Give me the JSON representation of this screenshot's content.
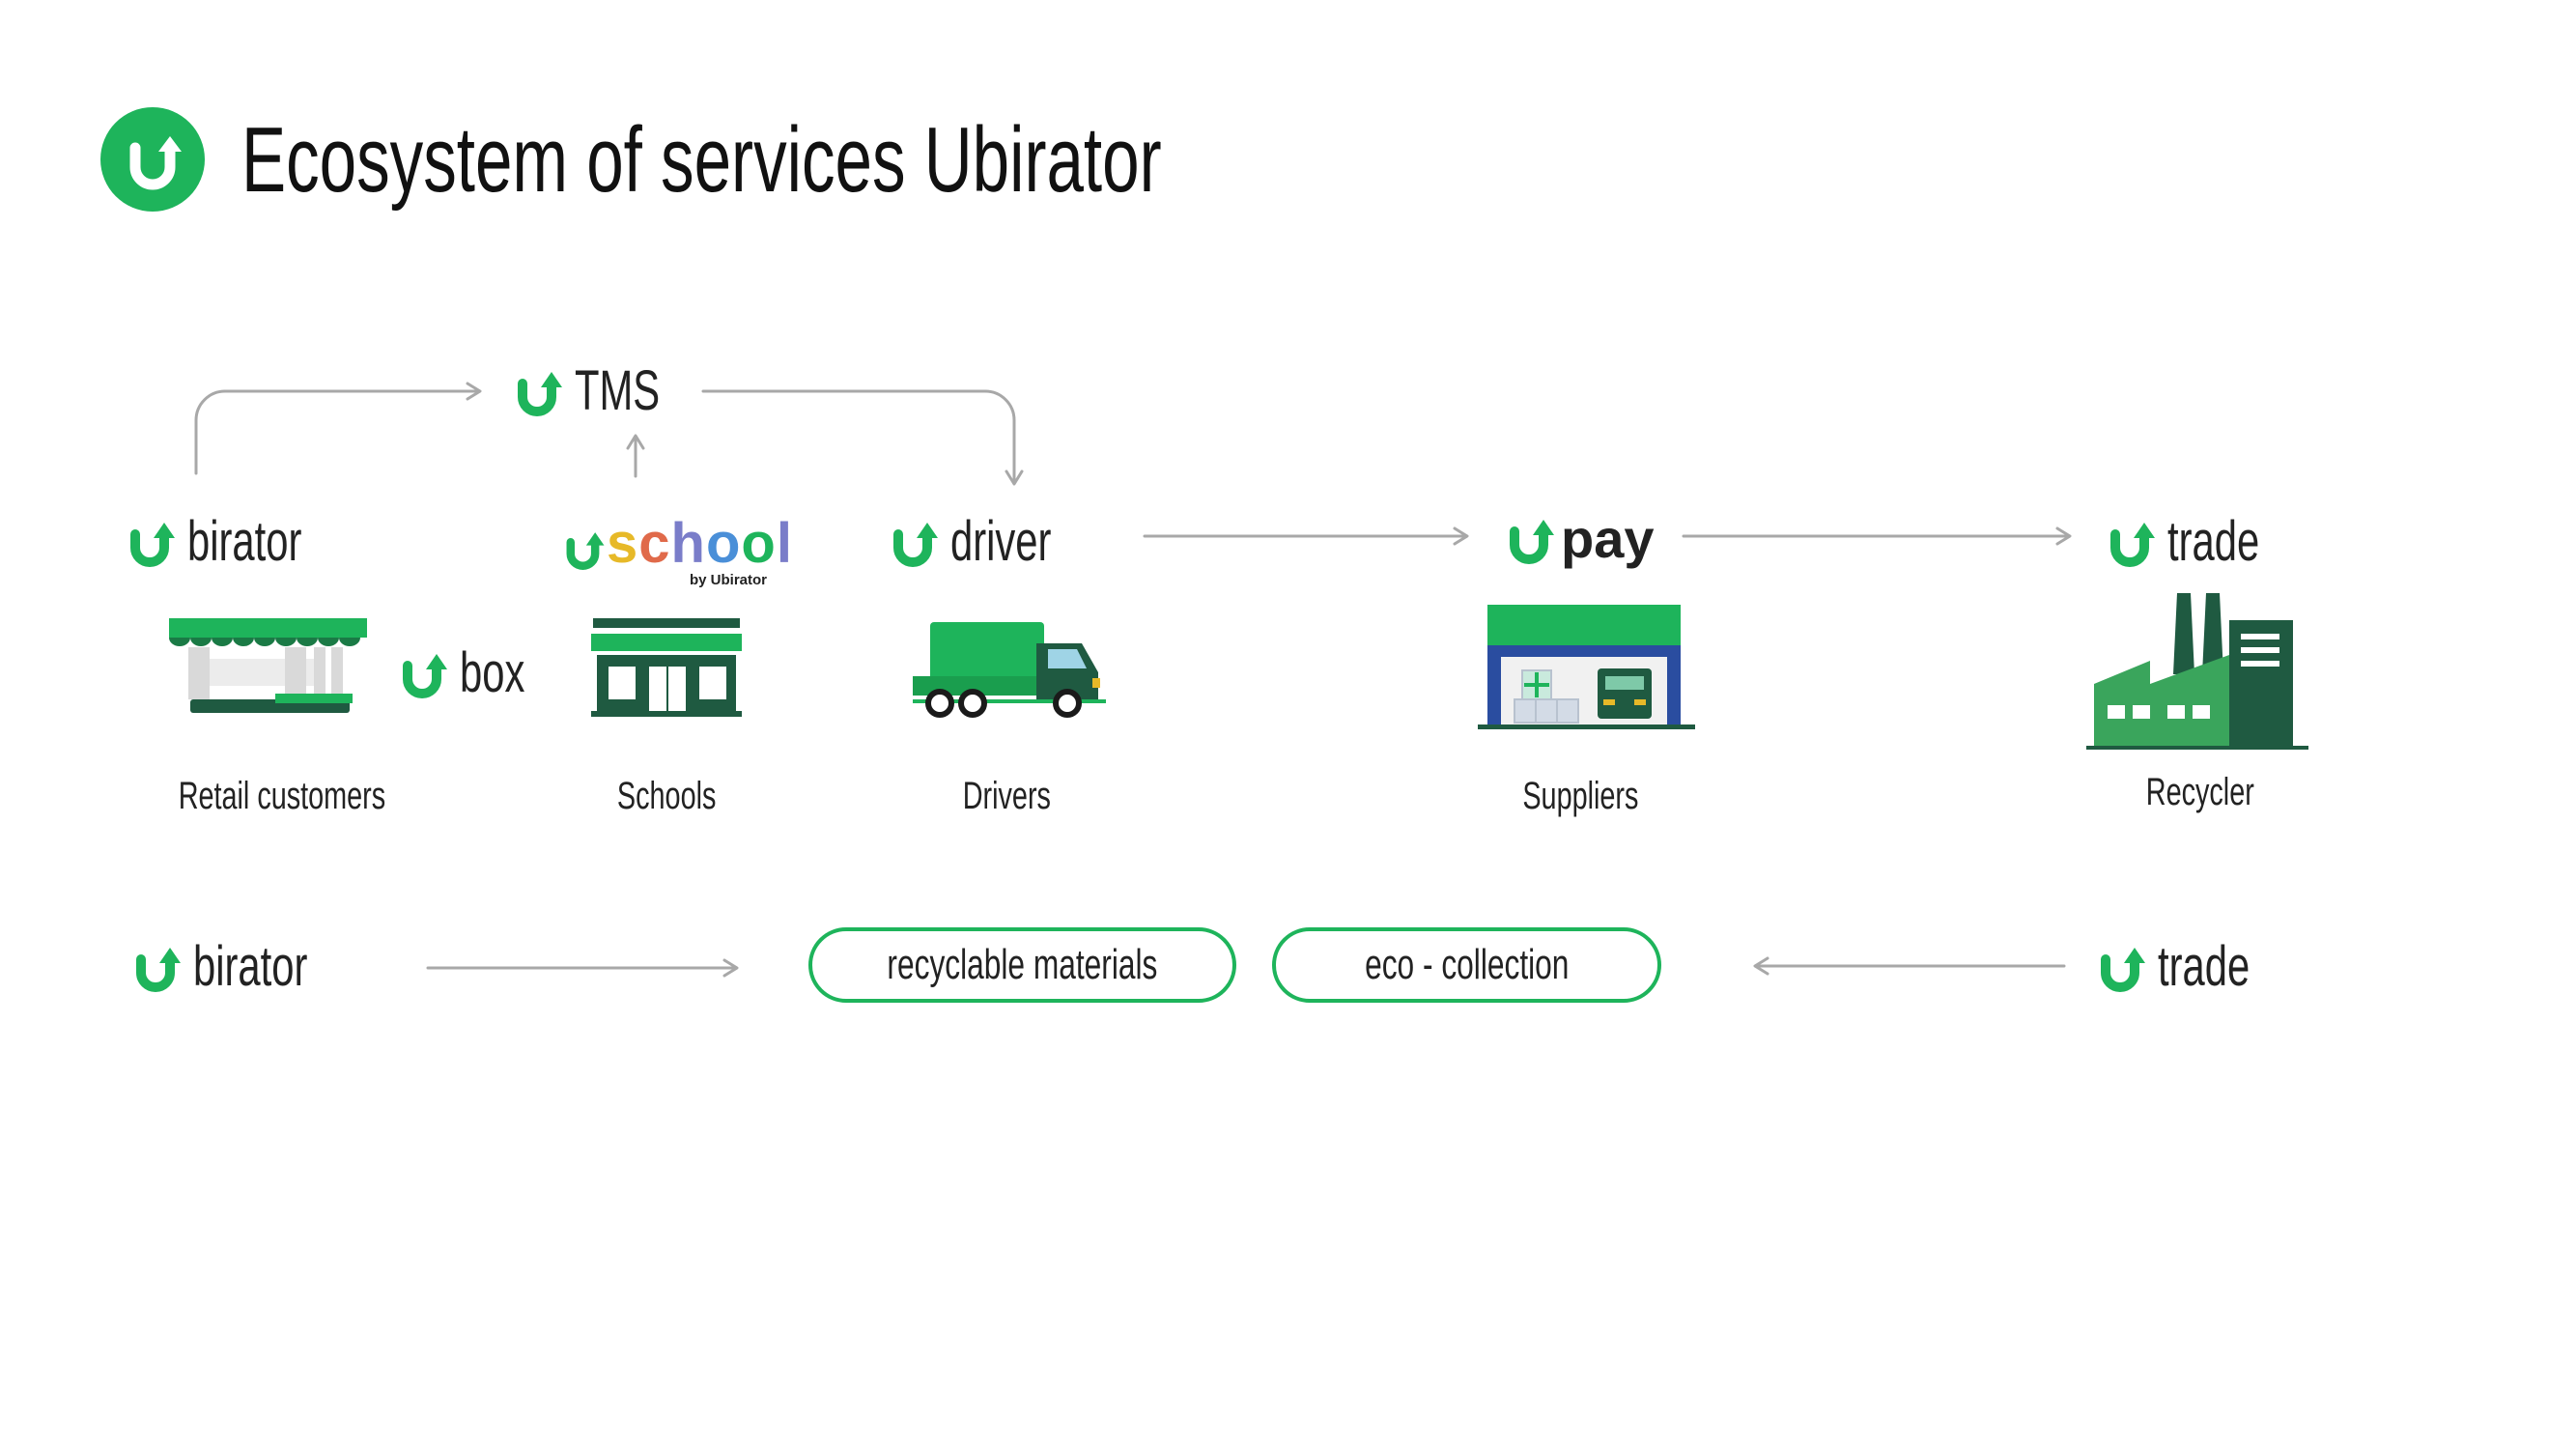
{
  "header": {
    "title": "Ecosystem of services Ubirator"
  },
  "services": {
    "tms": "TMS",
    "birator": "birator",
    "box": "box",
    "uschool": {
      "s": "s",
      "c": "c",
      "h": "h",
      "o1": "o",
      "o2": "o",
      "l": "l",
      "by": "by Ubirator"
    },
    "driver": "driver",
    "pay": "pay",
    "trade": "trade"
  },
  "captions": {
    "retail": "Retail customers",
    "schools": "Schools",
    "drivers": "Drivers",
    "suppliers": "Suppliers",
    "recycler": "Recycler"
  },
  "bottom": {
    "left_brand": "birator",
    "recyclable": "recyclable materials",
    "eco": "eco - collection",
    "right_brand": "trade"
  },
  "colors": {
    "accent": "#1eb45b",
    "dark_green": "#1f5a41",
    "arrow": "#a8a8a8",
    "text": "#222222"
  }
}
